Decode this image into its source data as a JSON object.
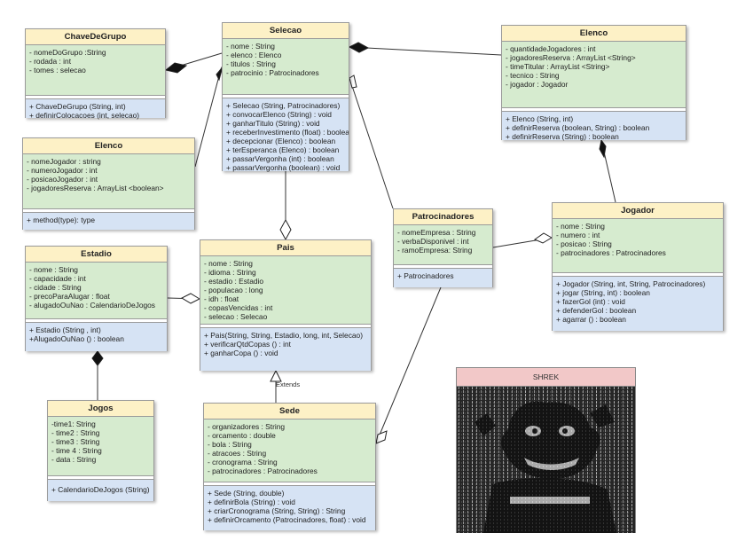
{
  "classes": {
    "chave": {
      "name": "ChaveDeGrupo",
      "attrs": [
        "- nomeDoGrupo :String",
        "- rodada : int",
        "- tomes : selecao"
      ],
      "ops": [
        "+ ChaveDeGrupo (String, int)",
        "+ definirColocacoes (int, selecao)"
      ]
    },
    "selecao": {
      "name": "Selecao",
      "attrs": [
        "- nome : String",
        "- elenco : Elenco",
        "- titulos : String",
        "- patrocinio : Patrocinadores"
      ],
      "ops": [
        "+ Selecao (String, Patrocinadores)",
        "+ convocarElenco (String) : void",
        "+ ganharTitulo (String) : void",
        "+ receberInvestimento (float) : boolean",
        "+ decepcionar (Elenco) : boolean",
        "+ terEsperanca (Elenco) : boolean",
        "+ passarVergonha (int) : boolean",
        "+ passarVergonha (boolean) : void"
      ]
    },
    "elenco_right": {
      "name": "Elenco",
      "attrs": [
        "- quantidadeJogadores : int",
        "- jogadoresReserva : ArrayList  <String>",
        "- timeTitular : ArrayList <String>",
        "- tecnico : String",
        "- jogador : Jogador"
      ],
      "ops": [
        "+ Elenco (String, int)",
        "+ definirReserva (boolean, String) : boolean",
        "+ definirReserva (String) : boolean"
      ]
    },
    "elenco_left": {
      "name": "Elenco",
      "attrs": [
        "- nomeJogador : string",
        "- numeroJogador : int",
        "- posicaoJogador : int",
        "- jogadoresReserva : ArrayList  <boolean>"
      ],
      "ops": [
        "+ method(type): type"
      ]
    },
    "estadio": {
      "name": "Estadio",
      "attrs": [
        "- nome : String",
        "- capacidade : int",
        "- cidade : String",
        "- precoParaAlugar : float",
        "- alugadoOuNao : CalendarioDeJogos"
      ],
      "ops": [
        "+ Estadio (String , int)",
        "+AlugadoOuNao () : boolean"
      ]
    },
    "pais": {
      "name": "Pais",
      "attrs": [
        "- nome : String",
        "- idioma : String",
        "- estadio : Estadio",
        "- populacao : long",
        "- idh : float",
        "- copasVencidas : int",
        "- selecao : Selecao"
      ],
      "ops": [
        "+ Pais(String, String, Estadio, long, int, Selecao)",
        "+ verificarQtdCopas () : int",
        "+ ganharCopa () : void"
      ]
    },
    "patrocinadores": {
      "name": "Patrocinadores",
      "attrs": [
        "- nomeEmpresa : String",
        "- verbaDisponivel : int",
        "- ramoEmpresa: String"
      ],
      "ops": [
        "+ Patrocinadores"
      ]
    },
    "jogador": {
      "name": "Jogador",
      "attrs": [
        "- nome : String",
        "- numero : int",
        "- posicao : String",
        "- patrocinadores : Patrocinadores"
      ],
      "ops": [
        "+ Jogador (String, int, String, Patrocinadores)",
        "+ jogar (String, int) : boolean",
        "+ fazerGol (int) : void",
        "+ defenderGol : boolean",
        "+ agarrar () : boolean"
      ]
    },
    "jogos": {
      "name": "Jogos",
      "attrs": [
        "-time1: String",
        "- time2 : String",
        "- time3 : String",
        "- time 4 : String",
        "- data : String"
      ],
      "ops": [
        "+ CalendarioDeJogos (String)"
      ]
    },
    "sede": {
      "name": "Sede",
      "attrs": [
        "- organizadores : String",
        "- orcamento : double",
        "- bola : String",
        "- atracoes : String",
        "- cronograma : String",
        "- patrocinadores : Patrocinadores"
      ],
      "ops": [
        "+ Sede (String, double)",
        "+ definirBola (String) : void",
        "+ criarCronograma (String, String) :  String",
        "+ definirOrcamento (Patrocinadores, float) : void"
      ]
    }
  },
  "extends_label": "Extends",
  "shrek_title": "SHREK",
  "colors": {
    "header": "#fdf1c6",
    "attributes": "#d6ebcf",
    "operations": "#d6e3f4",
    "image_header": "#f2c8c8"
  }
}
